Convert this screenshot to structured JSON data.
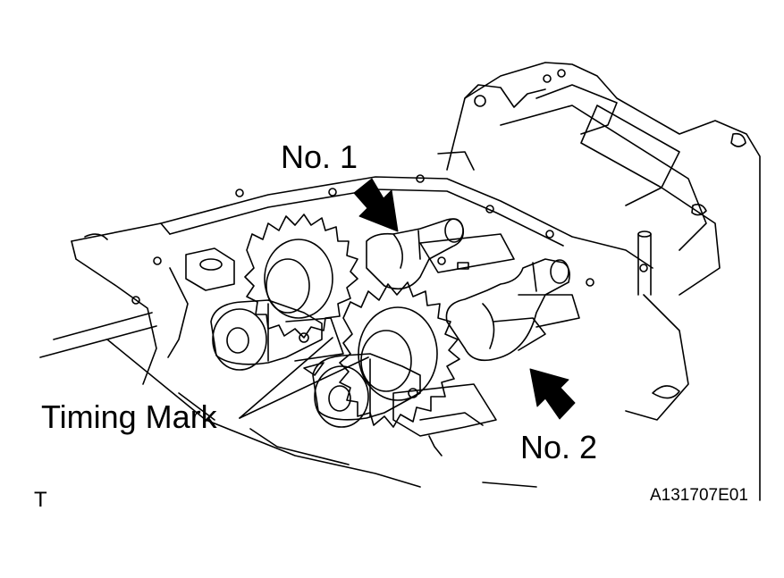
{
  "labels": {
    "no1": "No. 1",
    "no2": "No. 2",
    "timing_mark": "Timing Mark",
    "view_letter": "T",
    "figure_code": "A131707E01"
  },
  "colors": {
    "line": "#000000",
    "background": "#ffffff"
  },
  "icons": {
    "pointer": "arrow-icon"
  }
}
